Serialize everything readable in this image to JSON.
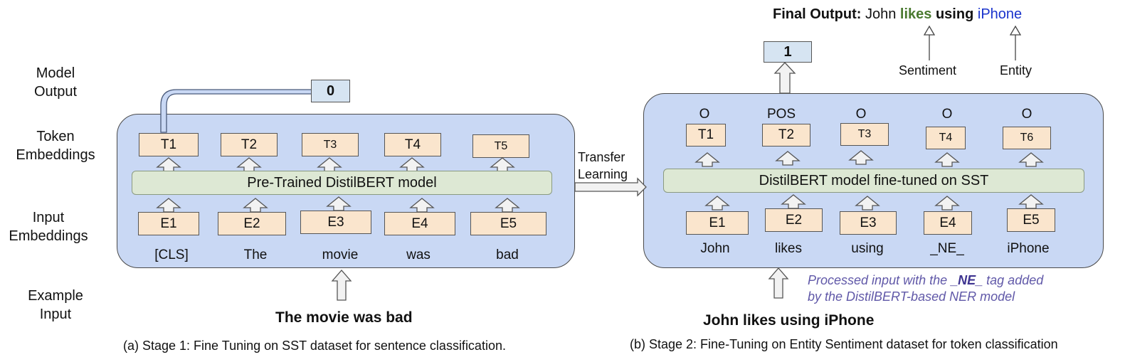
{
  "row_labels": {
    "model_output": [
      "Model",
      "Output"
    ],
    "token_embeddings": [
      "Token",
      "Embeddings"
    ],
    "input_embeddings": [
      "Input",
      "Embeddings"
    ],
    "example_input": [
      "Example",
      "Input"
    ]
  },
  "stage1": {
    "model_label": "Pre-Trained DistilBERT model",
    "output": "0",
    "token_embeddings": [
      "T1",
      "T2",
      "T3",
      "T4",
      "T5"
    ],
    "input_embeddings": [
      "E1",
      "E2",
      "E3",
      "E4",
      "E5"
    ],
    "tokens": [
      "[CLS]",
      "The",
      "movie",
      "was",
      "bad"
    ],
    "example_input": "The movie was bad",
    "caption": "(a) Stage 1: Fine Tuning on SST dataset for sentence classification."
  },
  "transfer": [
    "Transfer",
    "Learning"
  ],
  "stage2": {
    "model_label": "DistilBERT model fine-tuned on SST",
    "output": "1",
    "tags": [
      "O",
      "POS",
      "O",
      "O",
      "O"
    ],
    "token_embeddings": [
      "T1",
      "T2",
      "T3",
      "T4",
      "T6"
    ],
    "input_embeddings": [
      "E1",
      "E2",
      "E3",
      "E4",
      "E5"
    ],
    "tokens": [
      "John",
      "likes",
      "using",
      "_NE_",
      "iPhone"
    ],
    "example_input": "John likes using iPhone",
    "note": {
      "line1_prefix": "Processed input with the ",
      "line1_tag": "_NE_",
      "line1_suffix": " tag added",
      "line2": "by the DistilBERT-based NER model"
    },
    "final_output": {
      "label": "Final Output:",
      "w1": "John",
      "w2": "likes",
      "w3": "using",
      "w4": "iPhone"
    },
    "sentiment_label": "Sentiment",
    "entity_label": "Entity",
    "caption": "(b) Stage 2: Fine-Tuning on Entity Sentiment dataset for token classification"
  },
  "colors": {
    "panel": "#c9d8f4",
    "model": "#dde8d4",
    "embedding": "#fae5cd",
    "output_box": "#d6e4f2",
    "sentiment_word": "#4a7a30",
    "entity_word": "#1a33cc",
    "note_text": "#6058a8"
  }
}
